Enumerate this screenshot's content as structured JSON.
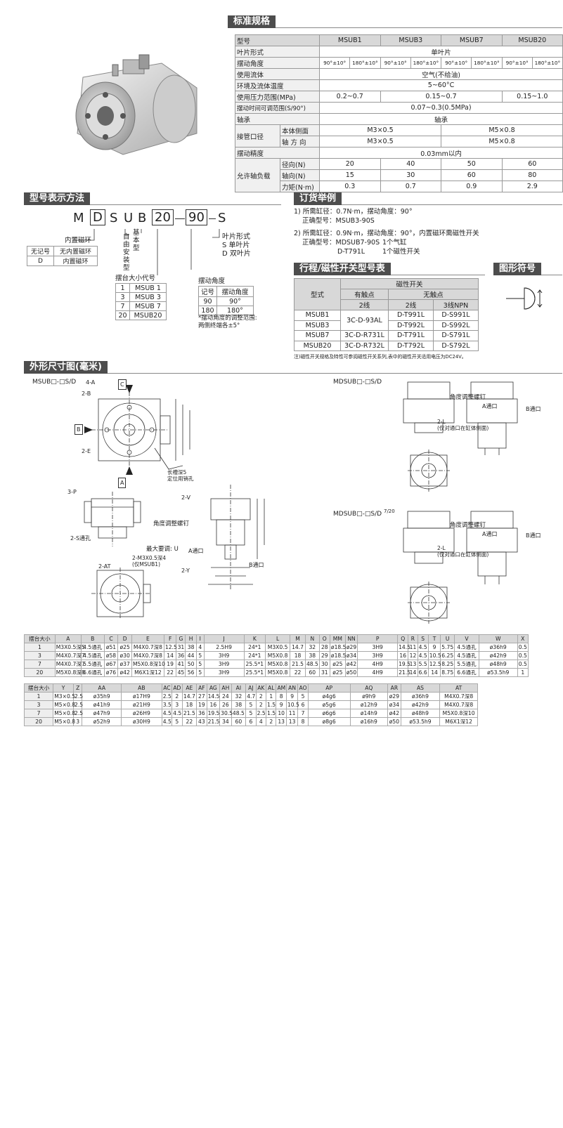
{
  "sections": {
    "spec": "标准规格",
    "model": "型号表示方法",
    "order": "订货举例",
    "switch": "行程/磁性开关型号表",
    "symbol": "图形符号",
    "dims": "外形尺寸图(毫米)"
  },
  "spec": {
    "header": [
      "型号",
      "MSUB1",
      "MSUB3",
      "MSUB7",
      "MSUB20"
    ],
    "vane_label": "叶片形式",
    "vane_value": "单叶片",
    "angle_label": "摆动角度",
    "angles": [
      "90°±10°",
      "180°±10°",
      "90°±10°",
      "180°±10°",
      "90°±10°",
      "180°±10°",
      "90°±10°",
      "180°±10°"
    ],
    "fluid_label": "使用流体",
    "fluid_value": "空气(不给油)",
    "temp_label": "环境及流体温度",
    "temp_value": "5~60°C",
    "pressure_label": "使用压力范围(MPa)",
    "pressure_values": [
      "0.2~0.7",
      "0.15~0.7",
      "0.15~1.0"
    ],
    "time_label": "摆动时间可调范围(S/90°)",
    "time_value": "0.07~0.3(0.5MPa)",
    "bearing_label": "轴承",
    "bearing_value": "轴承",
    "port_label": "接管口径",
    "port_side_label": "本体侧面",
    "port_side_values": [
      "M3×0.5",
      "M5×0.8"
    ],
    "port_axial_label": "轴 方 向",
    "port_axial_values": [
      "M3×0.5",
      "M5×0.8"
    ],
    "precision_label": "摆动精度",
    "precision_value": "0.03mm以内",
    "load_label": "允许轴负载",
    "radial_label": "径向(N)",
    "radial_values": [
      "20",
      "40",
      "50",
      "60"
    ],
    "axial_label": "轴向(N)",
    "axial_values": [
      "15",
      "30",
      "60",
      "80"
    ],
    "moment_label": "力矩(N·m)",
    "moment_values": [
      "0.3",
      "0.7",
      "0.9",
      "2.9"
    ]
  },
  "model": {
    "code": [
      "M",
      "D",
      "S",
      "U",
      "B",
      "20",
      "90",
      "S"
    ],
    "mag_title": "内置磁环",
    "mag_rows": [
      [
        "无记号",
        "无内置磁环"
      ],
      [
        "D",
        "内置磁环"
      ]
    ],
    "free": "自由安装型",
    "basic": "基本型",
    "vane_title": "叶片形式",
    "vane_s": "S 单叶片",
    "vane_d": "D 双叶片",
    "size_title": "摆台大小代号",
    "size_rows": [
      [
        "1",
        "MSUB 1"
      ],
      [
        "3",
        "MSUB 3"
      ],
      [
        "7",
        "MSUB 7"
      ],
      [
        "20",
        "MSUB20"
      ]
    ],
    "angle_title": "摆动角度",
    "angle_rows": [
      [
        "记号",
        "摆动角度"
      ],
      [
        "90",
        "90°"
      ],
      [
        "180",
        "180°"
      ]
    ],
    "angle_note1": "*摆动角度的调整范围:",
    "angle_note2": "两侧终端各±5°"
  },
  "order": {
    "l1": "1) 所需缸径：0.7N·m，摆动角度：90°",
    "l2": "正确型号：MSUB3-90S",
    "l3": "2) 所需缸径：0.9N·m，摆动角度：90°，内置磁环需磁性开关",
    "l4": "正确型号：MDSUB7-90S",
    "l4b": "1个气缸",
    "l5": "D-T791L",
    "l5b": "1个磁性开关"
  },
  "switch": {
    "type": "型式",
    "mag": "磁性开关",
    "contact": "有触点",
    "noncontact": "无触点",
    "w2a": "2线",
    "w2b": "2线",
    "w3": "3线NPN",
    "rows": [
      [
        "MSUB1",
        "3C-D-93AL",
        "D-T991L",
        "D-S991L"
      ],
      [
        "MSUB3",
        "",
        "D-T992L",
        "D-S992L"
      ],
      [
        "MSUB7",
        "3C-D-R731L",
        "D-T791L",
        "D-S791L"
      ],
      [
        "MSUB20",
        "3C-D-R732L",
        "D-T792L",
        "D-S792L"
      ]
    ],
    "note": "注)磁性开关规格及特性可参阅磁性开关系列,表中的磁性开关适用电压为DC24V。"
  },
  "drawings": {
    "msub_title": "MSUB□-□S/D",
    "mdsub_title": "MDSUB□-□S/D",
    "mdsub20_title": "MDSUB□-□S/D",
    "mdsub20_sup": "7/20",
    "angle_screw": "角度调整螺钉",
    "port_a": "A通口",
    "port_b": "B通口",
    "max_stroke": "最大要调: U",
    "slot": "长槽深5",
    "pin": "定位用销孔",
    "m3": "2-M3X0.5深4",
    "m3b": "(仅MSUB1)",
    "side_port": "2-L",
    "side_port_note": "(仅对通口在缸体侧面)",
    "s_hole": "2-S通孔",
    "labels": {
      "a4": "4-A",
      "b2": "2-B",
      "e2": "2-E",
      "p3": "3-P",
      "v2": "2-V",
      "y2": "2-Y",
      "at2": "2-AT",
      "c": "C",
      "b": "B",
      "a": "A"
    }
  },
  "dims1": {
    "header": [
      "摆台大小",
      "A",
      "B",
      "C",
      "D",
      "E",
      "F",
      "G",
      "H",
      "I",
      "J",
      "K",
      "L",
      "M",
      "N",
      "O",
      "MM",
      "NN",
      "P",
      "Q",
      "R",
      "S",
      "T",
      "U",
      "V",
      "W",
      "X"
    ],
    "rows": [
      [
        "1",
        "M3X0.5深5",
        "4.5通孔",
        "ø51",
        "ø25",
        "M4X0.7深8",
        "12.5",
        "31",
        "38",
        "4",
        "2.5H9",
        "24*1",
        "M3X0.5",
        "14.7",
        "32",
        "28",
        "ø18.5",
        "ø29",
        "3H9",
        "14.5",
        "11",
        "4.5",
        "9",
        "5.75",
        "4.5通孔",
        "ø36h9",
        "0.5"
      ],
      [
        "3",
        "M4X0.7深7",
        "4.5通孔",
        "ø58",
        "ø30",
        "M4X0.7深8",
        "14",
        "36",
        "44",
        "5",
        "3H9",
        "24*1",
        "M5X0.8",
        "18",
        "38",
        "29",
        "ø18.5",
        "ø34",
        "3H9",
        "16",
        "12",
        "4.5",
        "10.5",
        "6.25",
        "4.5通孔",
        "ø42h9",
        "0.5"
      ],
      [
        "7",
        "M4X0.7深7",
        "5.5通孔",
        "ø67",
        "ø37",
        "M5X0.8深10",
        "19",
        "41",
        "50",
        "5",
        "3H9",
        "25.5*1",
        "M5X0.8",
        "21.5",
        "48.5",
        "30",
        "ø25",
        "ø42",
        "4H9",
        "19.5",
        "13",
        "5.5",
        "12.5",
        "8.25",
        "5.5通孔",
        "ø48h9",
        "0.5"
      ],
      [
        "20",
        "M5X0.8深8",
        "6.6通孔",
        "ø76",
        "ø42",
        "M6X1深12",
        "22",
        "45",
        "56",
        "5",
        "3H9",
        "25.5*1",
        "M5X0.8",
        "22",
        "60",
        "31",
        "ø25",
        "ø50",
        "4H9",
        "21.5",
        "14",
        "6.6",
        "14",
        "8.75",
        "6.6通孔",
        "ø53.5h9",
        "1"
      ]
    ]
  },
  "dims2": {
    "header": [
      "摆台大小",
      "Y",
      "Z",
      "AA",
      "AB",
      "AC",
      "AD",
      "AE",
      "AF",
      "AG",
      "AH",
      "AI",
      "AJ",
      "AK",
      "AL",
      "AM",
      "AN",
      "AO",
      "AP",
      "AQ",
      "AR",
      "AS",
      "AT"
    ],
    "rows": [
      [
        "1",
        "M3×0.5",
        "2.5",
        "ø35h9",
        "ø17H9",
        "2.5",
        "2",
        "14.7",
        "27",
        "14.5",
        "24",
        "32",
        "4.7",
        "2",
        "1",
        "8",
        "9",
        "5",
        "ø4g6",
        "ø9h9",
        "ø29",
        "ø36h9",
        "M4X0.7深8"
      ],
      [
        "3",
        "M5×0.8",
        "2.5",
        "ø41h9",
        "ø21H9",
        "3.5",
        "3",
        "18",
        "19",
        "16",
        "26",
        "38",
        "5",
        "2",
        "1.5",
        "9",
        "10.5",
        "6",
        "ø5g6",
        "ø12h9",
        "ø34",
        "ø42h9",
        "M4X0.7深8"
      ],
      [
        "7",
        "M5×0.8",
        "2.5",
        "ø47h9",
        "ø26H9",
        "4.5",
        "4.5",
        "21.5",
        "36",
        "19.5",
        "30.5",
        "48.5",
        "5",
        "2.5",
        "1.5",
        "10",
        "11",
        "7",
        "ø6g6",
        "ø14h9",
        "ø42",
        "ø48h9",
        "M5X0.8深10"
      ],
      [
        "20",
        "M5×0.8",
        "3",
        "ø52h9",
        "ø30H9",
        "4.5",
        "5",
        "22",
        "43",
        "21.5",
        "34",
        "60",
        "6",
        "4",
        "2",
        "13",
        "13",
        "8",
        "ø8g6",
        "ø16h9",
        "ø50",
        "ø53.5h9",
        "M6X1深12"
      ]
    ]
  }
}
